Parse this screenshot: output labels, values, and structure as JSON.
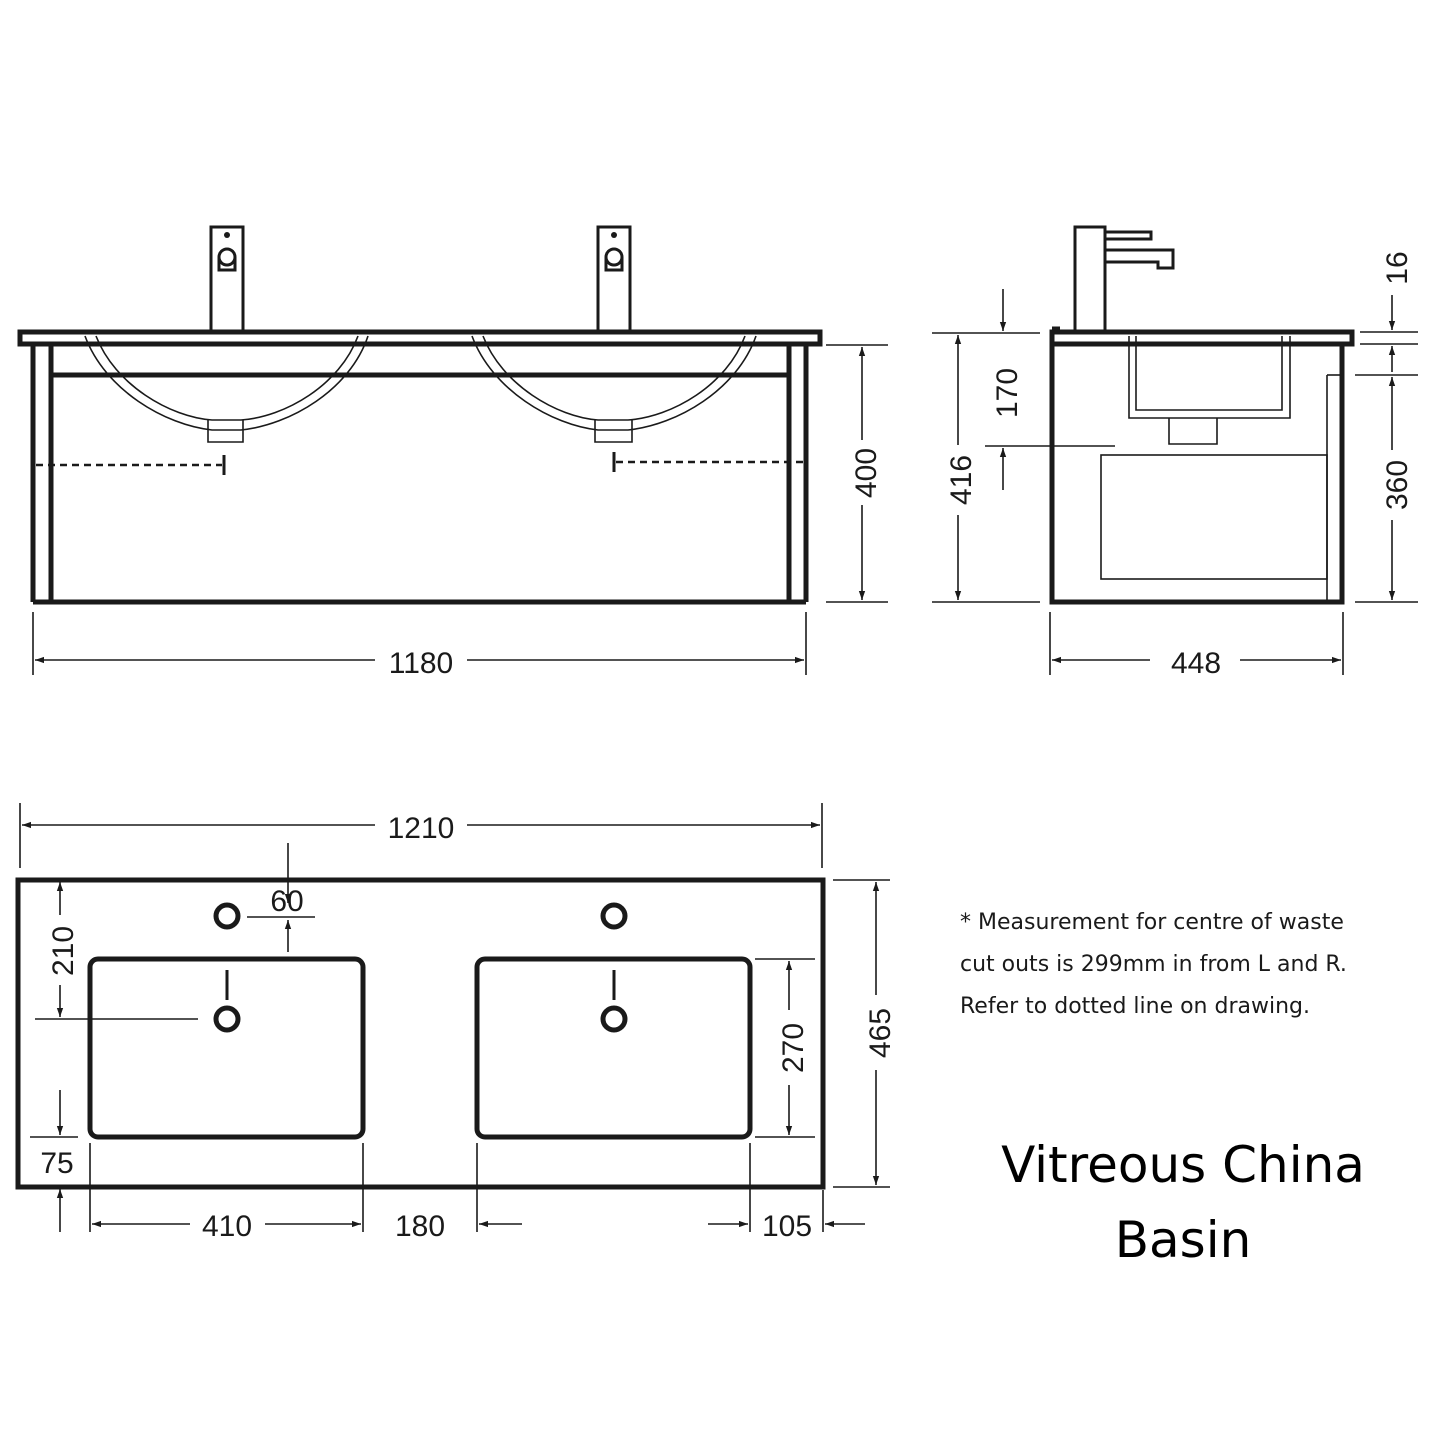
{
  "dimensions": {
    "front_width": "1180",
    "front_height": "400",
    "side_height": "416",
    "side_basin_depth": "170",
    "side_width": "448",
    "side_top_thickness": "16",
    "side_cabinet_height": "360",
    "top_width": "1210",
    "tap_hole_diameter": "60",
    "tap_to_bowl": "210",
    "bowl_depth": "270",
    "top_depth": "465",
    "front_edge": "75",
    "bowl_width": "410",
    "bowl_gap": "180",
    "side_edge": "105"
  },
  "note": {
    "line1": "* Measurement for centre of waste",
    "line2": "cut outs is 299mm in from L and R.",
    "line3": "Refer to dotted line on drawing."
  },
  "title": {
    "line1": "Vitreous China",
    "line2": "Basin"
  }
}
